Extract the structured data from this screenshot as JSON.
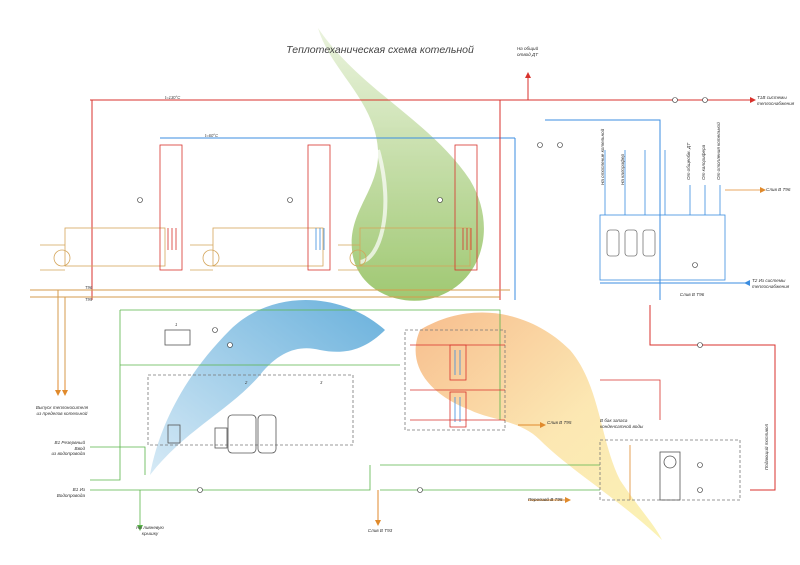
{
  "title": "Теплотеханическая схема котельной",
  "labels": {
    "to_common_stack": "На общий\nотвод ДТ",
    "t1b": "Т1В системы\nтеплоснабжения",
    "drain_t96_right": "Слив В Т96",
    "t2_from_system": "Т2 Из системы\nтеплоснабжения",
    "drain_t96_mid": "Слив В Т96",
    "release_coolant": "Выпуск теплоносителя\nиз пределов котельной",
    "b1_reserve": "В1 Резервный\nВвод\nиз водопровода",
    "b1_from_water": "В1 Из\nВодопровода",
    "to_sewer": "На ливневую\nкрышку",
    "drain_t93": "Слив В Т93",
    "drain_t95": "Слив В Т95",
    "to_condensate": "Переливй В Т95",
    "to_tank": "В бак запаса\nконденсатной воды",
    "to_fuel": "Подающий топливоп",
    "vert_labels": [
      "На отопление котельной",
      "На калорифер",
      "От общеобм. ДТ",
      "От калорифера",
      "От отопления котельной"
    ],
    "temps": [
      "t=130°C",
      "t=60°C",
      "Т96",
      "Т95"
    ],
    "line_tags": [
      "1",
      "2",
      "3"
    ]
  }
}
